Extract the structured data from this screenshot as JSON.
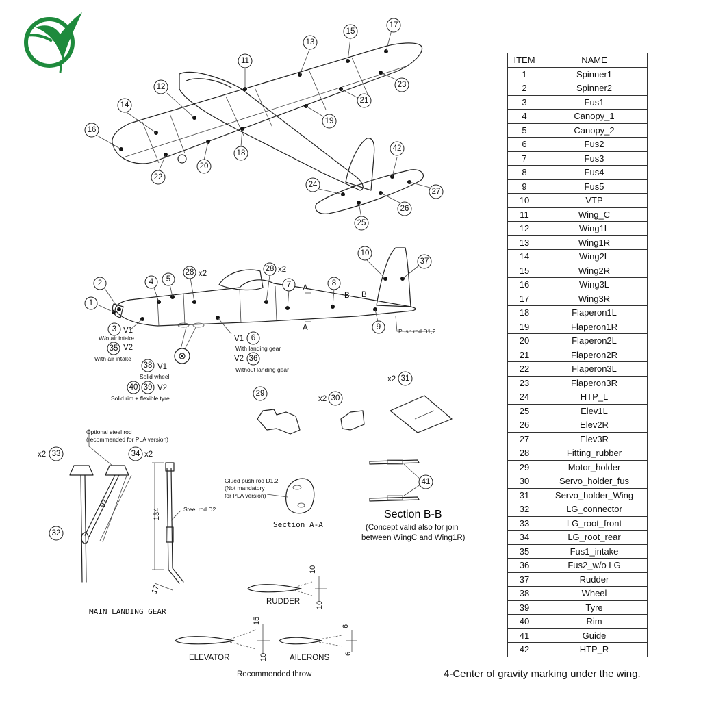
{
  "bom": {
    "headers": [
      "ITEM",
      "NAME"
    ],
    "rows": [
      [
        "1",
        "Spinner1"
      ],
      [
        "2",
        "Spinner2"
      ],
      [
        "3",
        "Fus1"
      ],
      [
        "4",
        "Canopy_1"
      ],
      [
        "5",
        "Canopy_2"
      ],
      [
        "6",
        "Fus2"
      ],
      [
        "7",
        "Fus3"
      ],
      [
        "8",
        "Fus4"
      ],
      [
        "9",
        "Fus5"
      ],
      [
        "10",
        "VTP"
      ],
      [
        "11",
        "Wing_C"
      ],
      [
        "12",
        "Wing1L"
      ],
      [
        "13",
        "Wing1R"
      ],
      [
        "14",
        "Wing2L"
      ],
      [
        "15",
        "Wing2R"
      ],
      [
        "16",
        "Wing3L"
      ],
      [
        "17",
        "Wing3R"
      ],
      [
        "18",
        "Flaperon1L"
      ],
      [
        "19",
        "Flaperon1R"
      ],
      [
        "20",
        "Flaperon2L"
      ],
      [
        "21",
        "Flaperon2R"
      ],
      [
        "22",
        "Flaperon3L"
      ],
      [
        "23",
        "Flaperon3R"
      ],
      [
        "24",
        "HTP_L"
      ],
      [
        "25",
        "Elev1L"
      ],
      [
        "26",
        "Elev2R"
      ],
      [
        "27",
        "Elev3R"
      ],
      [
        "28",
        "Fitting_rubber"
      ],
      [
        "29",
        "Motor_holder"
      ],
      [
        "30",
        "Servo_holder_fus"
      ],
      [
        "31",
        "Servo_holder_Wing"
      ],
      [
        "32",
        "LG_connector"
      ],
      [
        "33",
        "LG_root_front"
      ],
      [
        "34",
        "LG_root_rear"
      ],
      [
        "35",
        "Fus1_intake"
      ],
      [
        "36",
        "Fus2_w/o LG"
      ],
      [
        "37",
        "Rudder"
      ],
      [
        "38",
        "Wheel"
      ],
      [
        "39",
        "Tyre"
      ],
      [
        "40",
        "Rim"
      ],
      [
        "41",
        "Guide"
      ],
      [
        "42",
        "HTP_R"
      ]
    ]
  },
  "cg_note": "4-Center of gravity marking under the wing.",
  "iso_balloons": [
    "13",
    "15",
    "17",
    "11",
    "12",
    "14",
    "16",
    "22",
    "20",
    "18",
    "19",
    "21",
    "23",
    "42",
    "27",
    "26",
    "25",
    "24"
  ],
  "side": {
    "balloons": [
      "1",
      "2",
      "4",
      "5",
      "28",
      "28",
      "7",
      "8",
      "10",
      "37",
      "9",
      "3",
      "35",
      "6",
      "36",
      "38",
      "40",
      "39"
    ],
    "mult": "x2",
    "section_a": "A",
    "section_b": "B",
    "v1": "V1",
    "v2": "V2",
    "wo_air_intake": "W/o air intake",
    "with_air_intake": "With air intake",
    "with_landing_gear": "With landing gear",
    "without_landing_gear": "Without landing gear",
    "solid_wheel": "Solid wheel",
    "solid_rim_tyre": "Solid rim + flexible tyre",
    "push_rod": "Push rod D1,2"
  },
  "parts": {
    "b29": "29",
    "b30": "30",
    "b31": "31",
    "mult": "x2"
  },
  "gear": {
    "b33": "33",
    "b34": "34",
    "b32": "32",
    "mult": "x2",
    "optional_rod_1": "Optional steel rod",
    "optional_rod_2": "(recommended for PLA version)",
    "steel_rod": "Steel rod D2",
    "dim_97": "97",
    "dim_134": "134",
    "dim_17": "17",
    "title": "MAIN LANDING GEAR"
  },
  "section_a": {
    "note_1": "Glued push rod D1,2",
    "note_2": "(Not mandatory",
    "note_3": "for PLA version)",
    "title": "Section A-A"
  },
  "section_b": {
    "balloon": "41",
    "title": "Section B-B",
    "sub_1": "(Concept valid also for join",
    "sub_2": "between WingC and Wing1R)"
  },
  "throws": {
    "rudder": "RUDDER",
    "elevator": "ELEVATOR",
    "ailerons": "AILERONS",
    "rudder_dim": "10",
    "elevator_up": "15",
    "elevator_down": "10",
    "ailerons_dim": "6",
    "caption": "Recommended throw"
  },
  "logo_color": "#1e8a3c"
}
